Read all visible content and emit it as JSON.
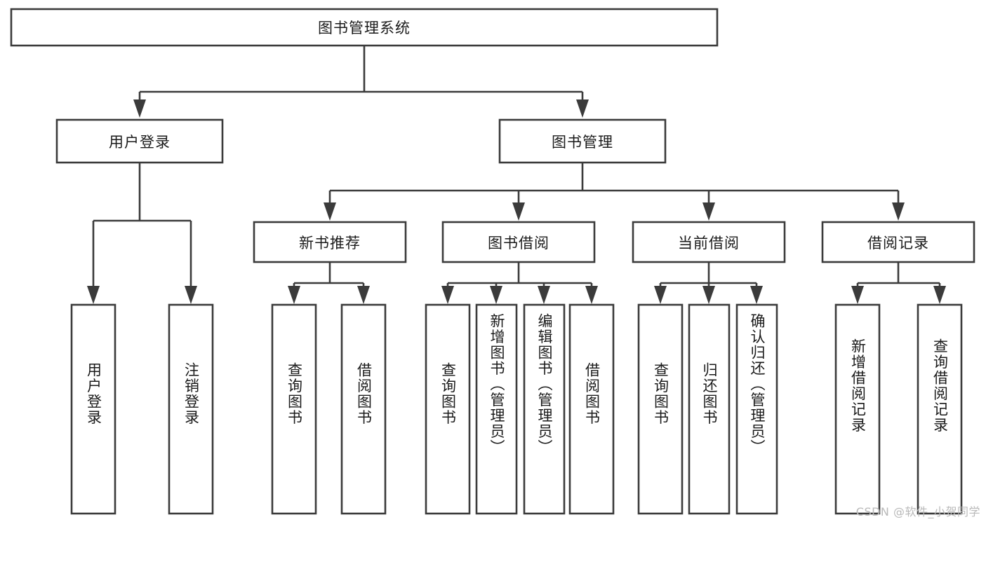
{
  "diagram": {
    "type": "hierarchy-tree",
    "title": "图书管理系统",
    "orientation": "top-down",
    "colors": {
      "box_fill": "#ffffff",
      "box_stroke": "#3b3b3b",
      "text": "#1a1a1a",
      "background": "#ffffff",
      "watermark": "#b9b9b9"
    },
    "root": {
      "label": "图书管理系统",
      "level": 0
    },
    "level1": [
      {
        "label": "用户登录"
      },
      {
        "label": "图书管理"
      }
    ],
    "level2": [
      {
        "label": "新书推荐"
      },
      {
        "label": "图书借阅"
      },
      {
        "label": "当前借阅"
      },
      {
        "label": "借阅记录"
      }
    ],
    "leaves": {
      "user_login": [
        {
          "label": "用户登录"
        },
        {
          "label": "注销登录"
        }
      ],
      "new_book_recommend": [
        {
          "label": "查询图书"
        },
        {
          "label": "借阅图书"
        }
      ],
      "book_borrow": [
        {
          "label": "查询图书"
        },
        {
          "label": "新增图书（管理员）"
        },
        {
          "label": "编辑图书（管理员）"
        },
        {
          "label": "借阅图书"
        }
      ],
      "current_borrow": [
        {
          "label": "查询图书"
        },
        {
          "label": "归还图书"
        },
        {
          "label": "确认归还（管理员）"
        }
      ],
      "borrow_record": [
        {
          "label": "新增借阅记录"
        },
        {
          "label": "查询借阅记录"
        }
      ]
    }
  },
  "watermark": {
    "text": "CSDN @软件_小贺同学"
  }
}
